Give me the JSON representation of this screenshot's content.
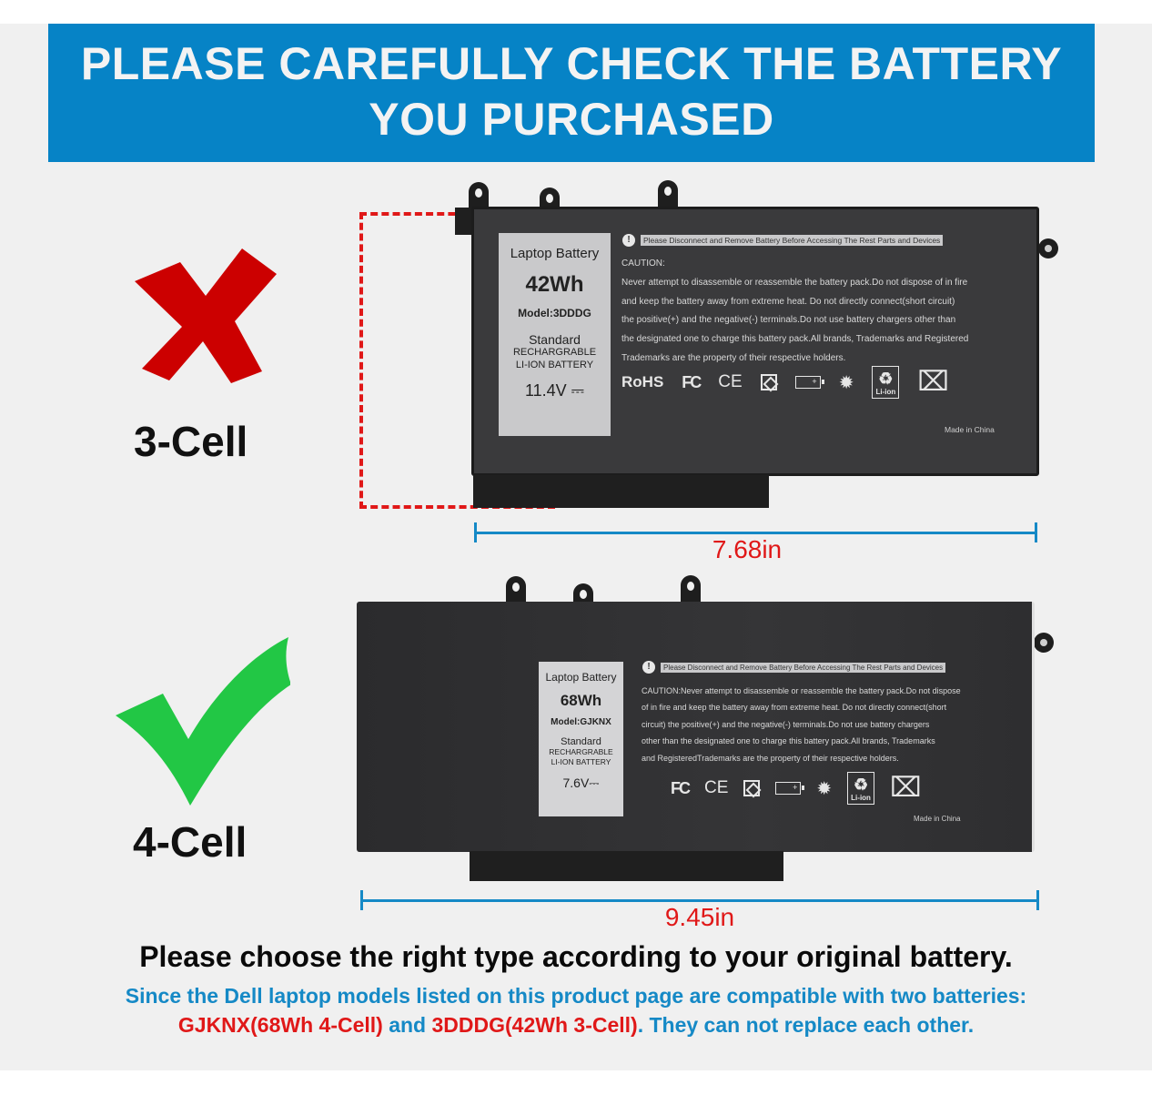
{
  "banner": {
    "line1": "PLEASE CAREFULLY CHECK THE BATTERY",
    "line2": "YOU PURCHASED",
    "bg_color": "#0683c6"
  },
  "wrong_option": {
    "mark_icon": "red-x-icon",
    "mark_color": "#cc0000",
    "cell_label": "3-Cell",
    "battery": {
      "label_title": "Laptop Battery",
      "capacity": "42Wh",
      "model": "Model:3DDDG",
      "standard": "Standard",
      "rechargeable": "RECHARGRABLE",
      "chemistry": "LI-ION BATTERY",
      "voltage": "11.4V ⎓",
      "warning": "Please Disconnect and Remove Battery Before Accessing The Rest Parts and Devices",
      "caution_heading": "CAUTION:",
      "caution_lines": [
        "Never attempt to disassemble or reassemble the battery pack.Do not dispose of in fire",
        "and keep the battery away from extreme heat. Do not directly connect(short circuit)",
        "the positive(+) and the negative(-) terminals.Do not use battery chargers other than",
        "the designated one to charge this battery pack.All brands, Trademarks and Registered",
        "Trademarks are the property of their respective holders."
      ],
      "cert_icons": [
        "RoHS",
        "FC",
        "CE",
        "C-Tick",
        "battery",
        "fire-hazard",
        "Li-ion recycle",
        "WEEE bin"
      ],
      "rohs": "RoHS",
      "fc": "FC",
      "ce": "CE",
      "liion": "Li-ion",
      "made_in": "Made in China"
    },
    "dimension": "7.68in"
  },
  "right_option": {
    "mark_icon": "green-check-icon",
    "mark_color": "#22c745",
    "cell_label": "4-Cell",
    "battery": {
      "label_title": "Laptop Battery",
      "capacity": "68Wh",
      "model": "Model:GJKNX",
      "standard": "Standard",
      "rechargeable": "RECHARGRABLE",
      "chemistry": "LI-ION BATTERY",
      "voltage": "7.6V⎓",
      "warning": "Please Disconnect and Remove Battery Before Accessing The Rest Parts and Devices",
      "caution_lines": [
        "CAUTION:Never attempt to disassemble or reassemble the battery pack.Do not dispose",
        "of in fire  and keep the battery away from extreme heat. Do not directly connect(short",
        "circuit) the positive(+) and the negative(-) terminals.Do not use battery chargers",
        "other than the designated one to charge this battery pack.All brands, Trademarks",
        " and RegisteredTrademarks are the property of their respective holders."
      ],
      "cert_icons": [
        "FC",
        "CE",
        "C-Tick",
        "battery",
        "fire-hazard",
        "Li-ion recycle",
        "WEEE bin"
      ],
      "fc": "FC",
      "ce": "CE",
      "liion": "Li-ion",
      "made_in": "Made in China"
    },
    "dimension": "9.45in"
  },
  "footer": {
    "headline": "Please choose the right type according to your original battery.",
    "line1": "Since the Dell laptop models listed on this product page are compatible with two batteries:",
    "model_a": "GJKNX(68Wh 4-Cell)",
    "and": " and ",
    "model_b": "3DDDG(42Wh 3-Cell)",
    "tail": ". They can not replace each other.",
    "accent_blue": "#1589c6",
    "accent_red": "#e01818"
  }
}
